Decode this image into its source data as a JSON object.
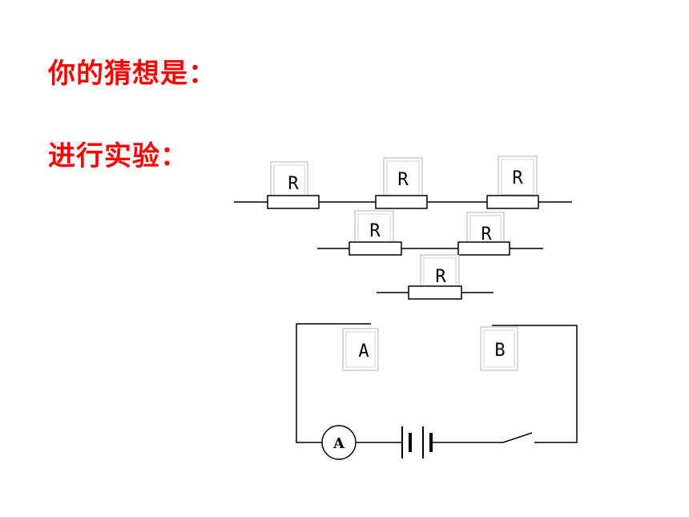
{
  "headings": {
    "guess": "你的猜想是：",
    "experiment": "进行实验："
  },
  "diagram": {
    "resistor_label": "R",
    "terminal_a": "A",
    "terminal_b": "B",
    "ammeter_symbol": "A"
  },
  "colors": {
    "heading": "#ff0000",
    "line": "#000000",
    "card_border": "#b0b0b0"
  }
}
